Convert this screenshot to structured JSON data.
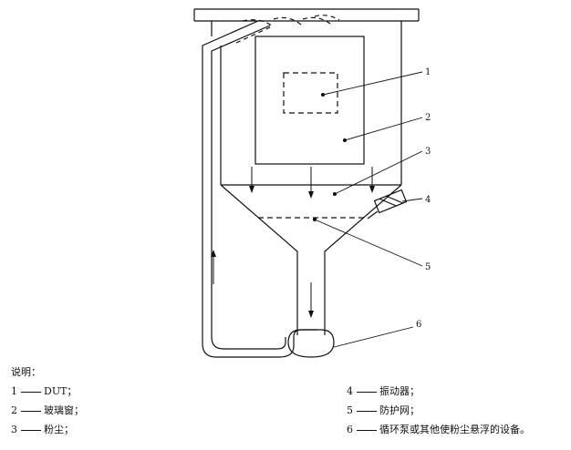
{
  "callouts": {
    "c1": "1",
    "c2": "2",
    "c3": "3",
    "c4": "4",
    "c5": "5",
    "c6": "6"
  },
  "legend": {
    "title": "说明：",
    "items": [
      {
        "num": "1",
        "text": "DUT；"
      },
      {
        "num": "2",
        "text": "玻璃窗；"
      },
      {
        "num": "3",
        "text": "粉尘；"
      },
      {
        "num": "4",
        "text": "振动器；"
      },
      {
        "num": "5",
        "text": "防护网；"
      },
      {
        "num": "6",
        "text": "循环泵或其他使粉尘悬浮的设备。"
      }
    ]
  }
}
